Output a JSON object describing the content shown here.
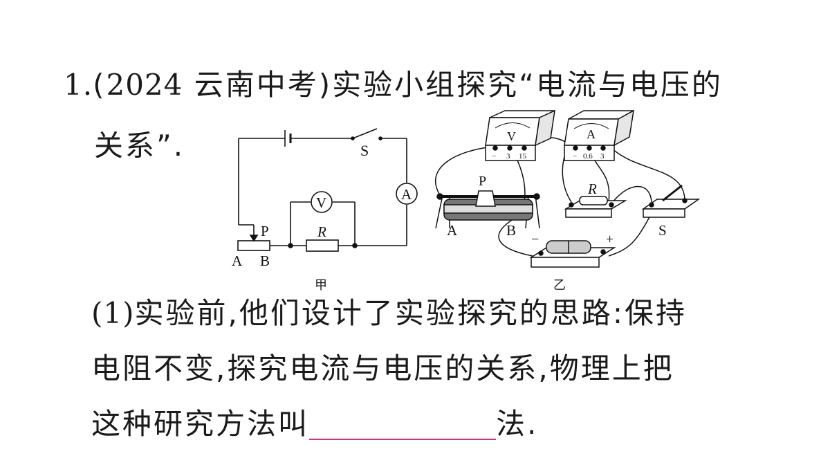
{
  "question": {
    "number": "1.",
    "source_open": "(",
    "source_year": "2024",
    "source_region": " 云南中考",
    "source_close": ")",
    "stem_part1": "实验小组探究“电流与电压的",
    "stem_part2": "关系”."
  },
  "figure_jia": {
    "caption": "甲",
    "labels": {
      "switch": "S",
      "ammeter": "A",
      "voltmeter": "V",
      "resistor": "R",
      "slider": "P",
      "end_a": "A",
      "end_b": "B"
    }
  },
  "figure_yi": {
    "caption": "乙",
    "voltmeter": {
      "symbol": "V",
      "terminals": [
        "−",
        "3",
        "15"
      ]
    },
    "ammeter": {
      "symbol": "A",
      "terminals": [
        "−",
        "0.6",
        "3"
      ]
    },
    "rheostat": {
      "slider": "P",
      "end_a": "A",
      "end_b": "B"
    },
    "resistor": "R",
    "switch": "S",
    "battery": {
      "negative": "−",
      "positive": "+"
    }
  },
  "part1": {
    "label": "(1)",
    "line1": "实验前,他们设计了实验探究的思路:保持",
    "line2": "电阻不变,探究电流与电压的关系,物理上把",
    "line3_before": "这种研究方法叫",
    "line3_after": "法."
  },
  "colors": {
    "text": "#1a1a1a",
    "blank_line": "#c8377c"
  }
}
